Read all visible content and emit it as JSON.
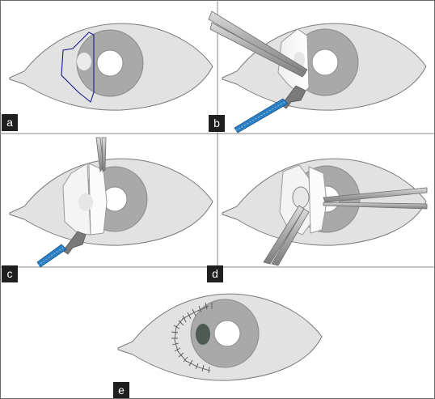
{
  "panels": [
    {
      "label": "a"
    },
    {
      "label": "b"
    },
    {
      "label": "c"
    },
    {
      "label": "d"
    },
    {
      "label": "e"
    }
  ],
  "colors": {
    "background": "#ffffff",
    "frame": "#6a6a6a",
    "sclera": "#e2e2e2",
    "eye_outline": "#7a7a7a",
    "iris": "#a9a9a9",
    "pupil": "#ffffff",
    "graft": "#f6f6f6",
    "incision_line": "#1a1a8c",
    "spatula_blade": "#2d7fc4",
    "forceps": "#b4b4b4",
    "suture": "#555555",
    "label_box": "#1f1f1f",
    "label_text": "#ffffff"
  }
}
